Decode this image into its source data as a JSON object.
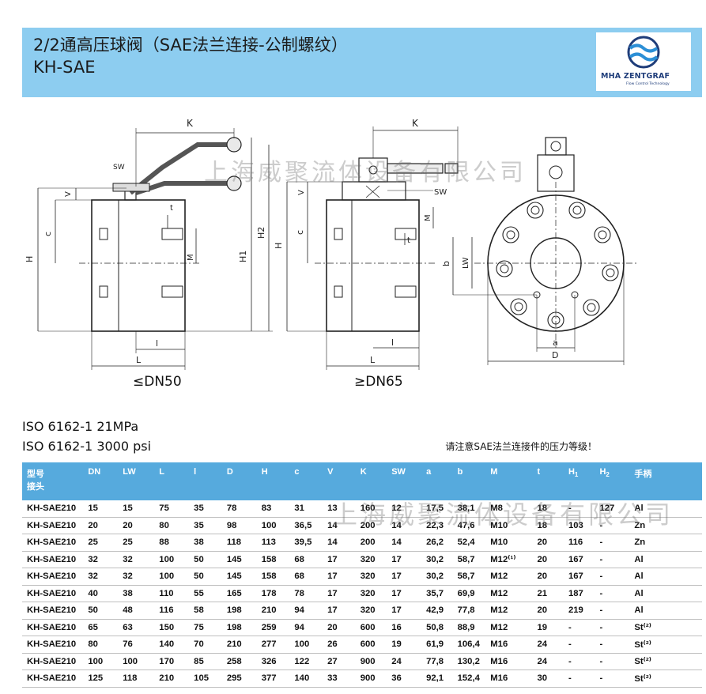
{
  "header": {
    "title_cn": "2/2通高压球阀（SAE法兰连接-公制螺纹）",
    "model": "KH-SAE",
    "logo_text": "MHA ZENTGRAF",
    "logo_sub": "Flow Control Technology",
    "bg_color": "#8dcdf0",
    "logo_color": "#1f3d7a"
  },
  "drawing": {
    "left_caption": "≤DN50",
    "right_caption": "≥DN65",
    "labels": {
      "K": "K",
      "SW": "SW",
      "V": "V",
      "H": "H",
      "H1": "H",
      "H1_sub": "1",
      "H2": "H",
      "H2_sub": "2",
      "c": "c",
      "t": "t",
      "M": "M",
      "l": "l",
      "L": "L",
      "LW": "LW",
      "b": "b",
      "a": "a",
      "D": "D"
    }
  },
  "standards": {
    "line1": "ISO 6162-1 21MPa",
    "line2": "ISO 6162-1 3000 psi",
    "note": "请注意SAE法兰连接件的压力等级！"
  },
  "watermark": {
    "text1": "上海威聚流体设备有限公司",
    "text2": "上海威聚流体设备有限公司"
  },
  "table": {
    "header_color": "#56aadd",
    "head_type_line1": "型号",
    "head_type_line2": "接头",
    "headers": [
      "DN",
      "LW",
      "L",
      "l",
      "D",
      "H",
      "c",
      "V",
      "K",
      "SW",
      "a",
      "b",
      "M",
      "t",
      "H",
      "H",
      "手柄"
    ],
    "header_subs": [
      "",
      "",
      "",
      "",
      "",
      "",
      "",
      "",
      "",
      "",
      "",
      "",
      "",
      "",
      "1",
      "2",
      ""
    ],
    "rows": [
      [
        "KH-SAE210",
        "15",
        "15",
        "75",
        "35",
        "78",
        "83",
        "31",
        "13",
        "160",
        "12",
        "17,5",
        "38,1",
        "M8",
        "18",
        "-",
        "127",
        "Al"
      ],
      [
        "KH-SAE210",
        "20",
        "20",
        "80",
        "35",
        "98",
        "100",
        "36,5",
        "14",
        "200",
        "14",
        "22,3",
        "47,6",
        "M10",
        "18",
        "103",
        "-",
        "Zn"
      ],
      [
        "KH-SAE210",
        "25",
        "25",
        "88",
        "38",
        "118",
        "113",
        "39,5",
        "14",
        "200",
        "14",
        "26,2",
        "52,4",
        "M10",
        "20",
        "116",
        "-",
        "Zn"
      ],
      [
        "KH-SAE210",
        "32",
        "32",
        "100",
        "50",
        "145",
        "158",
        "68",
        "17",
        "320",
        "17",
        "30,2",
        "58,7",
        "M12⁽¹⁾",
        "20",
        "167",
        "-",
        "Al"
      ],
      [
        "KH-SAE210",
        "32",
        "32",
        "100",
        "50",
        "145",
        "158",
        "68",
        "17",
        "320",
        "17",
        "30,2",
        "58,7",
        "M12",
        "20",
        "167",
        "-",
        "Al"
      ],
      [
        "KH-SAE210",
        "40",
        "38",
        "110",
        "55",
        "165",
        "178",
        "78",
        "17",
        "320",
        "17",
        "35,7",
        "69,9",
        "M12",
        "21",
        "187",
        "-",
        "Al"
      ],
      [
        "KH-SAE210",
        "50",
        "48",
        "116",
        "58",
        "198",
        "210",
        "94",
        "17",
        "320",
        "17",
        "42,9",
        "77,8",
        "M12",
        "20",
        "219",
        "-",
        "Al"
      ],
      [
        "KH-SAE210",
        "65",
        "63",
        "150",
        "75",
        "198",
        "259",
        "94",
        "20",
        "600",
        "16",
        "50,8",
        "88,9",
        "M12",
        "19",
        "-",
        "-",
        "St⁽²⁾"
      ],
      [
        "KH-SAE210",
        "80",
        "76",
        "140",
        "70",
        "210",
        "277",
        "100",
        "26",
        "600",
        "19",
        "61,9",
        "106,4",
        "M16",
        "24",
        "-",
        "-",
        "St⁽²⁾"
      ],
      [
        "KH-SAE210",
        "100",
        "100",
        "170",
        "85",
        "258",
        "326",
        "122",
        "27",
        "900",
        "24",
        "77,8",
        "130,2",
        "M16",
        "24",
        "-",
        "-",
        "St⁽²⁾"
      ],
      [
        "KH-SAE210",
        "125",
        "118",
        "210",
        "105",
        "295",
        "377",
        "140",
        "33",
        "900",
        "36",
        "92,1",
        "152,4",
        "M16",
        "30",
        "-",
        "-",
        "St⁽²⁾"
      ]
    ]
  }
}
